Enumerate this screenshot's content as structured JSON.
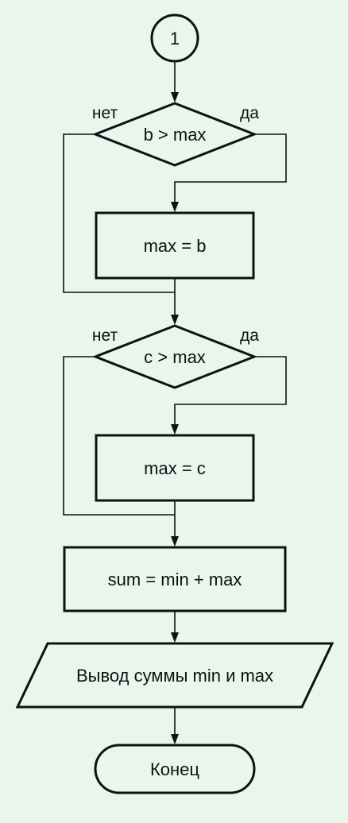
{
  "connector": {
    "label": "1"
  },
  "decisions": [
    {
      "condition": "b > max",
      "no_label": "нет",
      "yes_label": "да"
    },
    {
      "condition": "c > max",
      "no_label": "нет",
      "yes_label": "да"
    }
  ],
  "processes": [
    {
      "label": "max = b"
    },
    {
      "label": "max = c"
    },
    {
      "label": "sum = min + max"
    }
  ],
  "output": {
    "label": "Вывод суммы min и max"
  },
  "terminator": {
    "label": "Конец"
  },
  "colors": {
    "background": "#e8f6ee",
    "stroke": "#111111"
  }
}
